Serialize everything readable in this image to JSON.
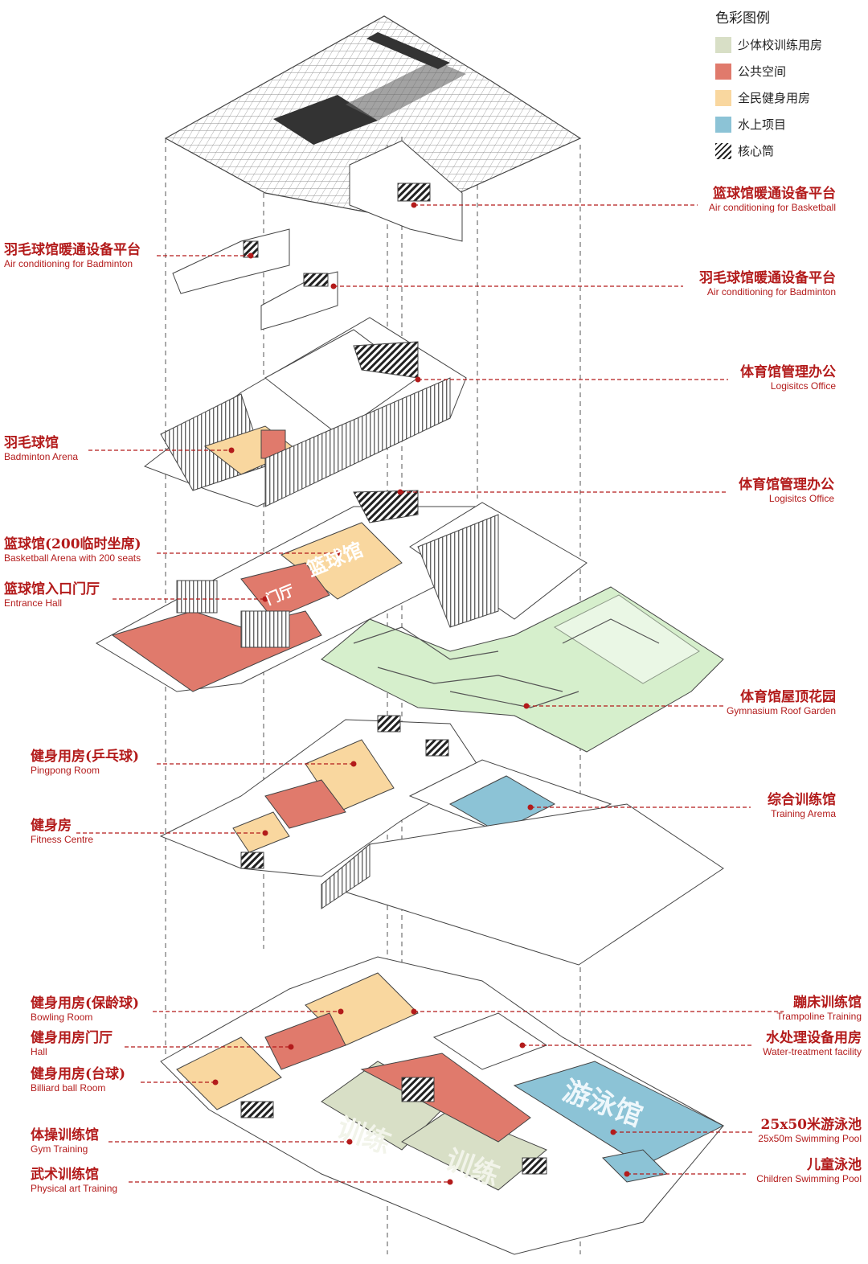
{
  "legend": {
    "title": "色彩图例",
    "items": [
      {
        "label": "少体校训练用房",
        "color": "#d8dfc6",
        "pattern": "solid"
      },
      {
        "label": "公共空间",
        "color": "#e07a6c",
        "pattern": "solid"
      },
      {
        "label": "全民健身用房",
        "color": "#f9d79f",
        "pattern": "solid"
      },
      {
        "label": "水上项目",
        "color": "#8cc3d6",
        "pattern": "solid"
      },
      {
        "label": "核心筒",
        "color": "#222222",
        "pattern": "hatch"
      }
    ]
  },
  "labels": {
    "basketball_hvac": {
      "zh": "篮球馆暖通设备平台",
      "en": "Air conditioning for Basketball"
    },
    "badminton_hvac_left": {
      "zh": "羽毛球馆暖通设备平台",
      "en": "Air conditioning for Badminton"
    },
    "badminton_hvac_right": {
      "zh": "羽毛球馆暖通设备平台",
      "en": "Air conditioning for Badminton"
    },
    "logistics_office_1": {
      "zh": "体育馆管理办公",
      "en": "Logisitcs Office"
    },
    "badminton_arena": {
      "zh": "羽毛球馆",
      "en": "Badminton Arena"
    },
    "logistics_office_2": {
      "zh": "体育馆管理办公",
      "en": "Logisitcs Office"
    },
    "basketball_arena": {
      "zh": "篮球馆(200临时坐席)",
      "en": "Basketball Arena with 200 seats"
    },
    "entrance_hall": {
      "zh": "篮球馆入口门厅",
      "en": "Entrance Hall"
    },
    "roof_garden": {
      "zh": "体育馆屋顶花园",
      "en": "Gymnasium Roof Garden"
    },
    "pingpong": {
      "zh": "健身用房(乒乓球)",
      "en": "Pingpong Room"
    },
    "training_arena": {
      "zh": "综合训练馆",
      "en": "Training Arema"
    },
    "fitness": {
      "zh": "健身房",
      "en": "Fitness Centre"
    },
    "bowling": {
      "zh": "健身用房(保龄球)",
      "en": "Bowling Room"
    },
    "trampoline": {
      "zh": "蹦床训练馆",
      "en": "Trampoline Training"
    },
    "hall": {
      "zh": "健身用房门厅",
      "en": "Hall"
    },
    "water_treatment": {
      "zh": "水处理设备用房",
      "en": "Water-treatment facility"
    },
    "billiard": {
      "zh": "健身用房(台球)",
      "en": "Billiard ball Room"
    },
    "gym_training": {
      "zh": "体操训练馆",
      "en": "Gym Training"
    },
    "swimming_pool": {
      "zh": "25x50米游泳池",
      "en": "25x50m Swimming Pool"
    },
    "physical_art": {
      "zh": "武术训练馆",
      "en": "Physical art Training"
    },
    "children_pool": {
      "zh": "儿童泳池",
      "en": "Children Swimming Pool"
    }
  },
  "floor_words": {
    "basketball": "篮球馆",
    "entrance": "门厅",
    "swimming": "游泳馆",
    "training_1": "训练",
    "training_2": "训练"
  },
  "colors": {
    "label_red": "#b31b1b",
    "training": "#d8dfc6",
    "public": "#e07a6c",
    "fitness": "#f9d79f",
    "water": "#8cc3d6",
    "garden": "#d6efcc",
    "line": "#444444"
  }
}
